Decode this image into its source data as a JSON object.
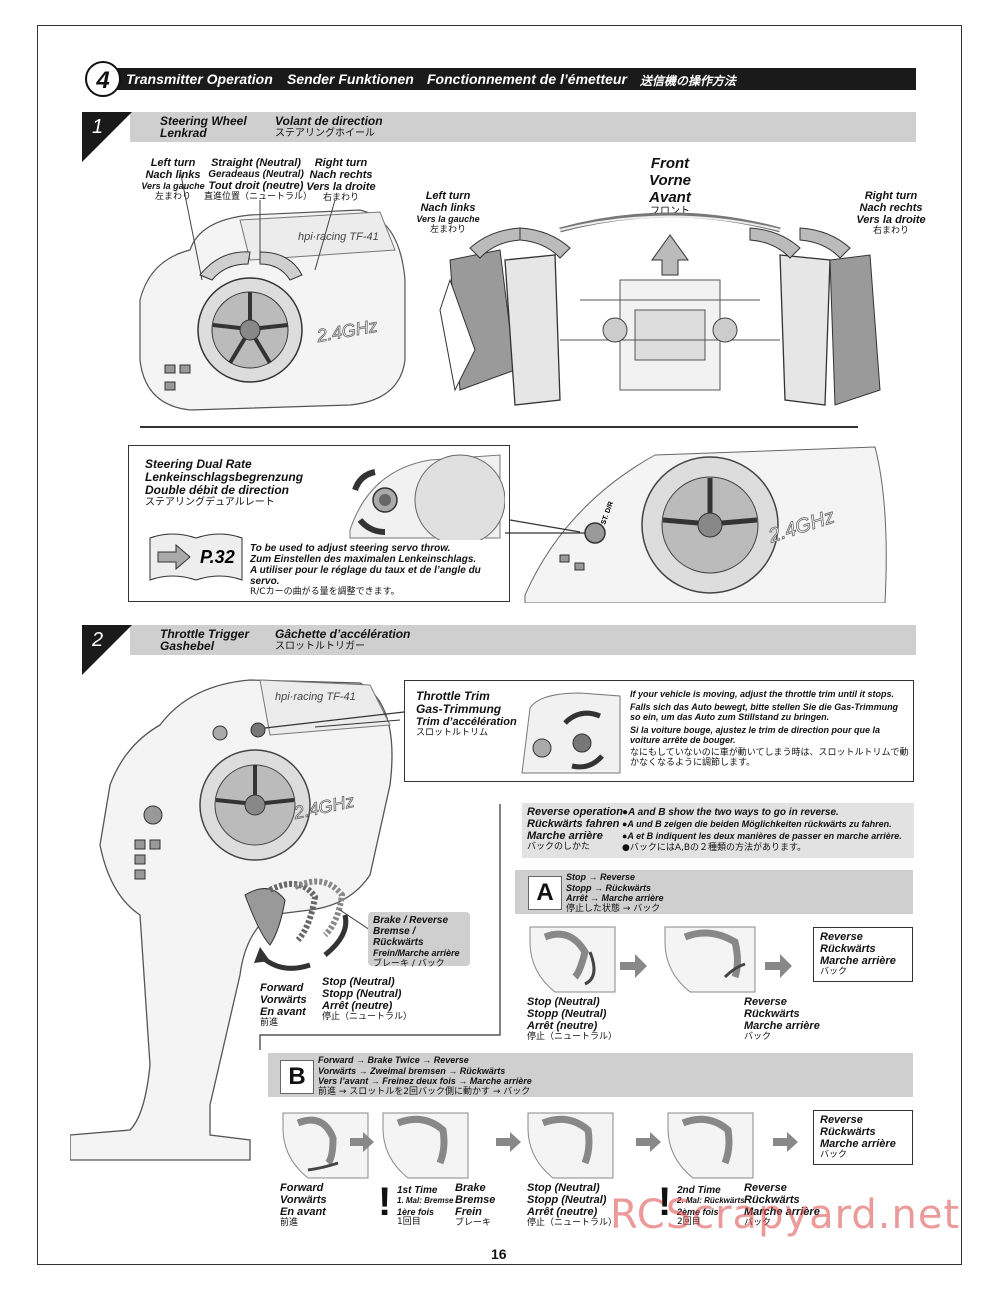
{
  "section": {
    "number": "4",
    "titles": [
      "Transmitter Operation",
      "Sender Funktionen",
      "Fonctionnement de l’émetteur",
      "送信機の操作方法"
    ]
  },
  "step1": {
    "number": "1",
    "title_en": "Steering Wheel",
    "title_de": "Lenkrad",
    "title_fr": "Volant de direction",
    "title_jp": "ステアリングホイール",
    "wheel_labels": {
      "left": [
        "Left turn",
        "Nach links",
        "Vers la gauche",
        "左まわり"
      ],
      "straight": [
        "Straight (Neutral)",
        "Geradeaus (Neutral)",
        "Tout droit (neutre)",
        "直進位置（ニュートラル）"
      ],
      "right": [
        "Right turn",
        "Nach rechts",
        "Vers la droite",
        "右まわり"
      ]
    },
    "front": [
      "Front",
      "Vorne",
      "Avant",
      "フロント"
    ],
    "car_left": [
      "Left turn",
      "Nach links",
      "Vers la gauche",
      "左まわり"
    ],
    "car_right": [
      "Right turn",
      "Nach rechts",
      "Vers la droite",
      "右まわり"
    ],
    "dual_rate": {
      "title": [
        "Steering Dual Rate",
        "Lenkeinschlagsbegrenzung",
        "Double débit de direction",
        "ステアリングデュアルレート"
      ],
      "page_ref": "P.32",
      "desc": [
        "To be used to adjust steering servo throw.",
        "Zum Einstellen des maximalen Lenkeinschlags.",
        "A utiliser pour le réglage du taux et de l’angle du servo.",
        "R/Cカーの曲がる量を調整できます。"
      ],
      "knob_label": "ST. D/R"
    },
    "brand": "hpi·racing TF-41",
    "band": "2.4GHz"
  },
  "step2": {
    "number": "2",
    "title_en": "Throttle Trigger",
    "title_de": "Gashebel",
    "title_fr": "Gâchette d’accélération",
    "title_jp": "スロットルトリガー",
    "trim": {
      "title": [
        "Throttle Trim",
        "Gas-Trimmung",
        "Trim d’accélération",
        "スロットルトリム"
      ],
      "desc_en": "If your vehicle is moving, adjust the throttle trim until it stops.",
      "desc_de": "Falls sich das Auto bewegt, bitte stellen Sie die Gas-Trimmung so ein, um das Auto zum Stillstand zu bringen.",
      "desc_fr": "Si la voiture bouge, ajustez le trim de direction pour que la voiture arrête de bouger.",
      "desc_jp": "なにもしていないのに車が動いてしまう時は、スロットルトリムで動かなくなるように調節します。"
    },
    "trigger_labels": {
      "brake": [
        "Brake / Reverse",
        "Bremse / Rückwärts",
        "Frein/Marche arrière",
        "ブレーキ / バック"
      ],
      "forward": [
        "Forward",
        "Vorwärts",
        "En avant",
        "前進"
      ],
      "stop": [
        "Stop (Neutral)",
        "Stopp (Neutral)",
        "Arrêt (neutre)",
        "停止（ニュートラル）"
      ]
    },
    "reverse_op": {
      "title": [
        "Reverse operation",
        "Rückwärts fahren",
        "Marche arrière",
        "バックのしかた"
      ],
      "lines": [
        "●A and B show the two ways to go in reverse.",
        "●A und B zeigen die beiden Möglichkeiten rückwärts zu fahren.",
        "●A et B indiquent les deux manières de passer en marche arrière.",
        "●バックにはA,Bの２種類の方法があります。"
      ]
    },
    "methodA": {
      "letter": "A",
      "steps": [
        "Stop → Reverse",
        "Stopp → Rückwärts",
        "Arrêt → Marche arrière",
        "停止した状態 → バック"
      ],
      "stop": [
        "Stop (Neutral)",
        "Stopp (Neutral)",
        "Arrêt (neutre)",
        "停止（ニュートラル）"
      ],
      "reverse": [
        "Reverse",
        "Rückwärts",
        "Marche arrière",
        "バック"
      ],
      "result": [
        "Reverse",
        "Rückwärts",
        "Marche arrière",
        "バック"
      ]
    },
    "methodB": {
      "letter": "B",
      "steps": [
        "Forward → Brake Twice → Reverse",
        "Vorwärts → Zweimal bremsen → Rückwärts",
        "Vers l’avant → Freinez deux fois → Marche arrière",
        "前進 → スロットルを2回バック側に動かす → バック"
      ],
      "forward": [
        "Forward",
        "Vorwärts",
        "En avant",
        "前進"
      ],
      "first": [
        "1st Time",
        "1. Mal: Bremse",
        "1ère fois",
        "1回目"
      ],
      "brake": [
        "Brake",
        "Bremse",
        "Frein",
        "ブレーキ"
      ],
      "stop": [
        "Stop (Neutral)",
        "Stopp (Neutral)",
        "Arrêt (neutre)",
        "停止（ニュートラル）"
      ],
      "second": [
        "2nd Time",
        "2. Mal: Rückwärts",
        "2ème fois",
        "2回目"
      ],
      "reverse": [
        "Reverse",
        "Rückwärts",
        "Marche arrière",
        "バック"
      ],
      "result": [
        "Reverse",
        "Rückwärts",
        "Marche arrière",
        "バック"
      ]
    }
  },
  "page_number": "16",
  "watermark": "RCScrapyard.net"
}
